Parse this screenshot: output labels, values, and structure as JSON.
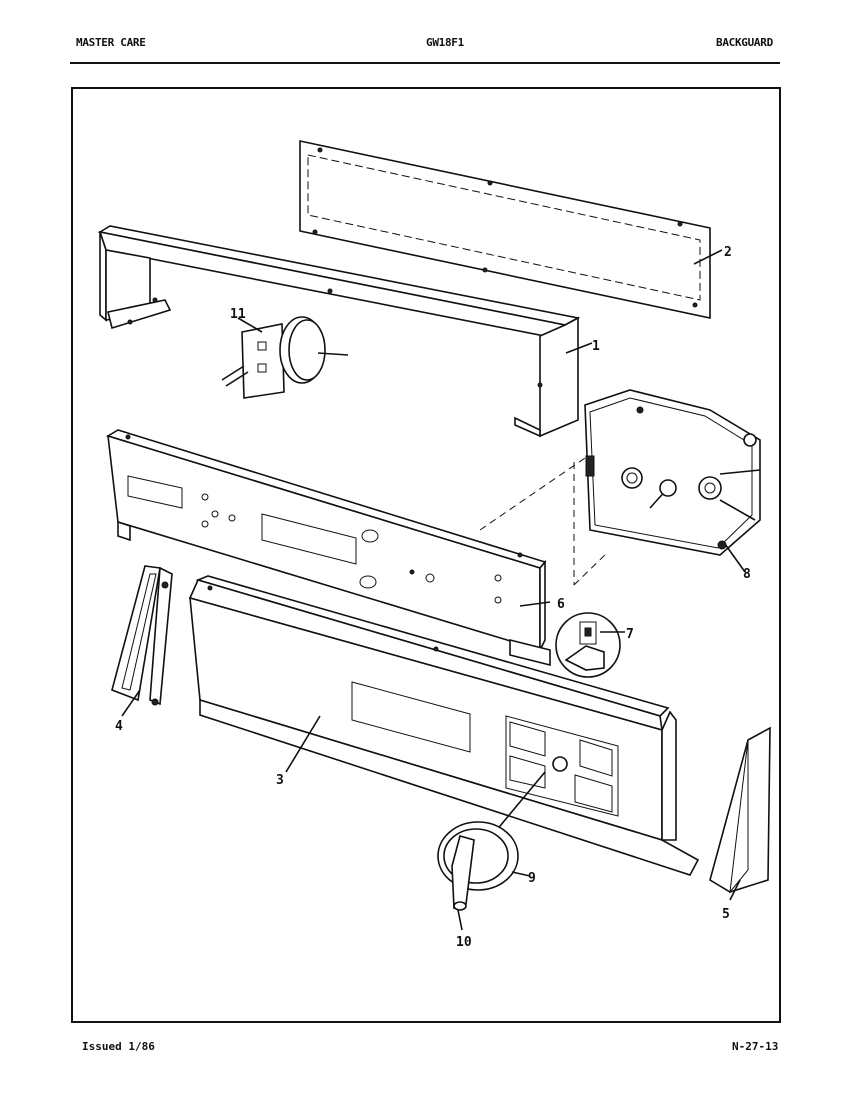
{
  "header": {
    "left": "MASTER CARE",
    "center": "GW18F1",
    "right": "BACKGUARD"
  },
  "footer": {
    "left": "Issued 1/86",
    "right": "N-27-13"
  },
  "callouts": {
    "c1": "1",
    "c2": "2",
    "c3": "3",
    "c4": "4",
    "c5": "5",
    "c6": "6",
    "c7": "7",
    "c8": "8",
    "c9": "9",
    "c10": "10",
    "c11": "11"
  }
}
